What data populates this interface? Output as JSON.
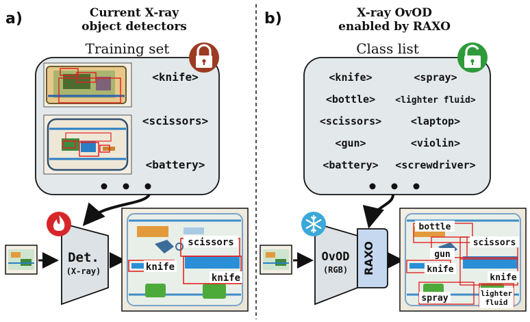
{
  "panel_a": {
    "label": "a)",
    "title_line1": "Current X-ray",
    "title_line2": "object detectors",
    "box_title": "Training set",
    "classes": [
      "<knife>",
      "<scissors>",
      "<battery>"
    ],
    "detector_line1": "Det.",
    "detector_line2": "(X-ray)",
    "output_labels": [
      "scissors",
      "knife",
      "knife"
    ]
  },
  "panel_b": {
    "label": "b)",
    "title_line1": "X-ray OvOD",
    "title_line2": "enabled by RAXO",
    "box_title": "Class list",
    "classes_left": [
      "<knife>",
      "<bottle>",
      "<scissors>",
      "<gun>",
      "<battery>"
    ],
    "classes_right": [
      "<spray>",
      "<lighter fluid>",
      "<laptop>",
      "<violin>",
      "<screwdriver>"
    ],
    "detector_line1": "OvOD",
    "detector_line2": "(RGB)",
    "module_label": "RAXO",
    "output_labels": [
      "bottle",
      "gun",
      "scissors",
      "knife",
      "knife",
      "spray",
      "lighter",
      "fluid"
    ]
  },
  "ellipsis": "• • •",
  "colors": {
    "box_fill": "#e3e8eb",
    "lock_closed": "#9b3b22",
    "lock_open": "#2e9a3a",
    "fire_badge": "#d7262b",
    "snow_badge": "#3aa8d8",
    "detector_fill": "#dde2e6",
    "raxo_fill": "#c6d8f0",
    "detection_box": "#e02424"
  },
  "icons": [
    "closed-lock-icon",
    "open-lock-icon",
    "fire-icon",
    "snowflake-icon"
  ]
}
